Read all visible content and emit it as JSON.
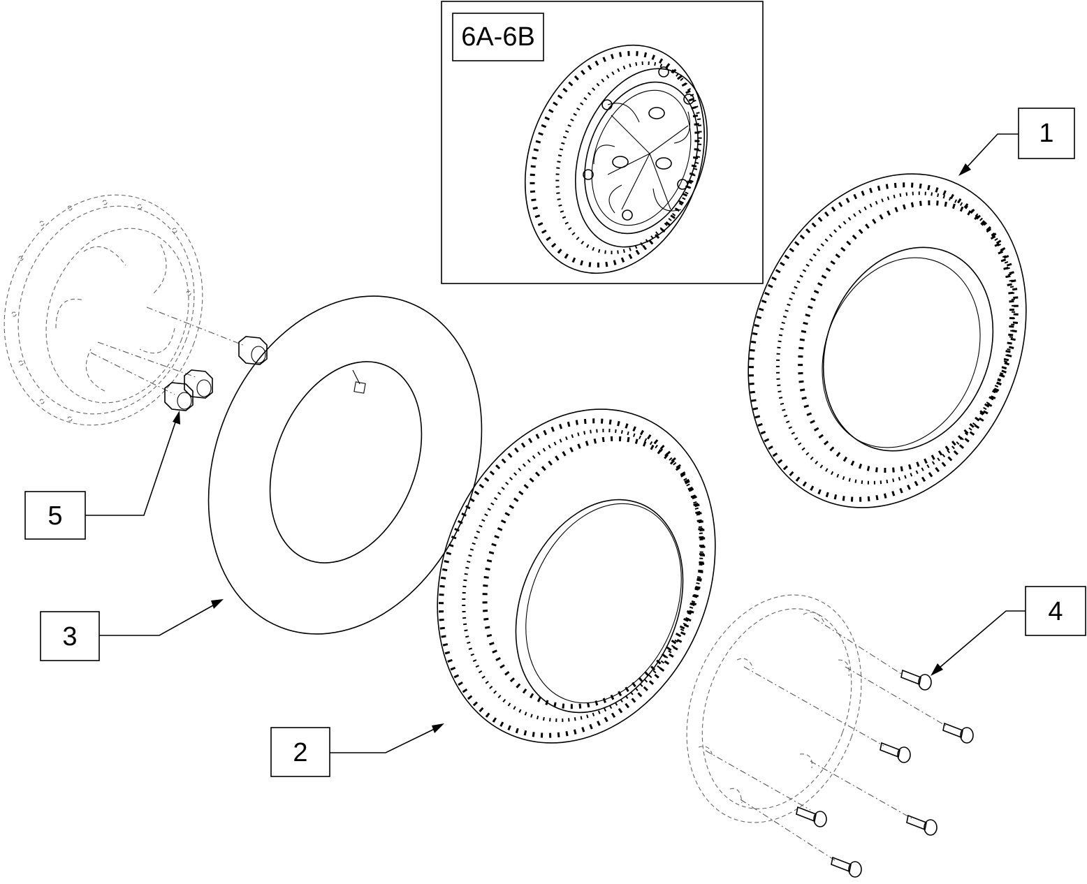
{
  "callouts": {
    "c1": "1",
    "c2": "2",
    "c3": "3",
    "c4": "4",
    "c5": "5",
    "c6": "6A-6B"
  },
  "icons": {
    "wheel_assembly": "complete-wheel-icon",
    "tire_1": "tire-icon",
    "tire_2": "tire-icon",
    "inner_tube": "inner-tube-icon",
    "rim_half_back": "rim-half-icon",
    "rim_half_front": "rim-half-icon",
    "lug_nuts": "lug-nut-icon",
    "bolts": "bolt-icon"
  },
  "colors": {
    "line": "#000000",
    "ghost_line": "#666666",
    "background": "#ffffff"
  }
}
